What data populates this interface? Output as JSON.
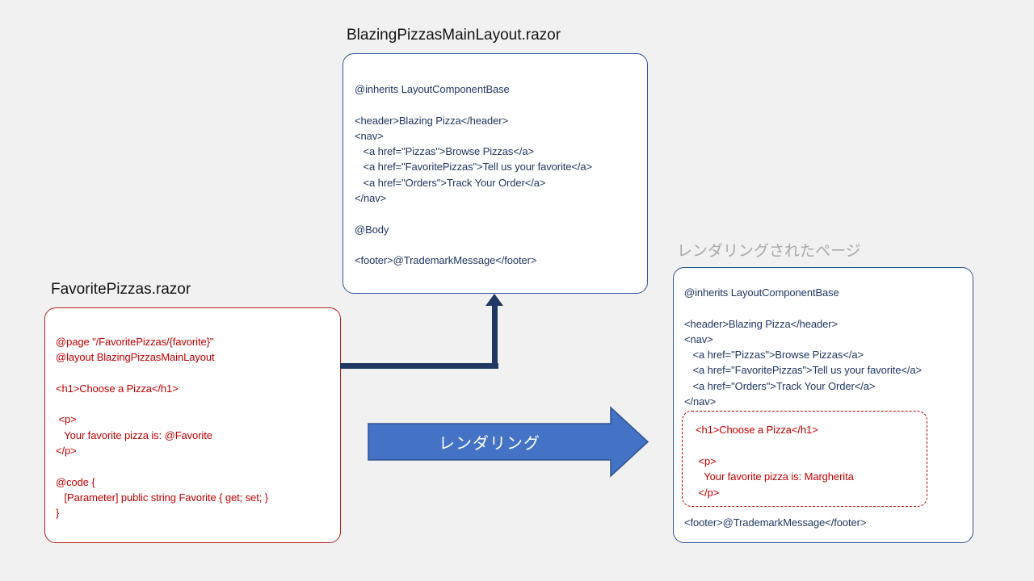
{
  "colors": {
    "background": "#f1f1f2",
    "panel_fill": "#ffffff",
    "blue_border": "#2f5597",
    "red_border": "#b42318",
    "navy_text": "#1f3864",
    "red_text": "#c00000",
    "gray_title": "#a9a9a9",
    "connector": "#1f3864",
    "arrow_fill": "#4472c4",
    "arrow_outline": "#2f528f",
    "arrow_label_text": "#ffffff"
  },
  "layout_panel": {
    "title": "BlazingPizzasMainLayout.razor",
    "code_lines": [
      "@inherits LayoutComponentBase",
      "",
      "<header>Blazing Pizza</header>",
      "<nav>",
      "   <a href=\"Pizzas\">Browse Pizzas</a>",
      "   <a href=\"FavoritePizzas\">Tell us your favorite</a>",
      "   <a href=\"Orders\">Track Your Order</a>",
      "</nav>",
      "",
      "@Body",
      "",
      "<footer>@TrademarkMessage</footer>"
    ]
  },
  "page_panel": {
    "title": "FavoritePizzas.razor",
    "code_lines": [
      "@page \"/FavoritePizzas/{favorite}\"",
      "@layout BlazingPizzasMainLayout",
      "",
      "<h1>Choose a Pizza</h1>",
      "",
      " <p>",
      "   Your favorite pizza is: @Favorite",
      "</p>",
      "",
      "@code {",
      "   [Parameter] public string Favorite { get; set; }",
      "}"
    ]
  },
  "rendered_panel": {
    "title": "レンダリングされたページ",
    "code_before": [
      "@inherits LayoutComponentBase",
      "",
      "<header>Blazing Pizza</header>",
      "<nav>",
      "   <a href=\"Pizzas\">Browse Pizzas</a>",
      "   <a href=\"FavoritePizzas\">Tell us your favorite</a>",
      "   <a href=\"Orders\">Track Your Order</a>",
      "</nav>"
    ],
    "inserted_lines": [
      "<h1>Choose a Pizza</h1>",
      "",
      " <p>",
      "   Your favorite pizza is: Margherita",
      " </p>"
    ],
    "code_after": [
      "<footer>@TrademarkMessage</footer>"
    ]
  },
  "render_arrow": {
    "label": "レンダリング"
  }
}
